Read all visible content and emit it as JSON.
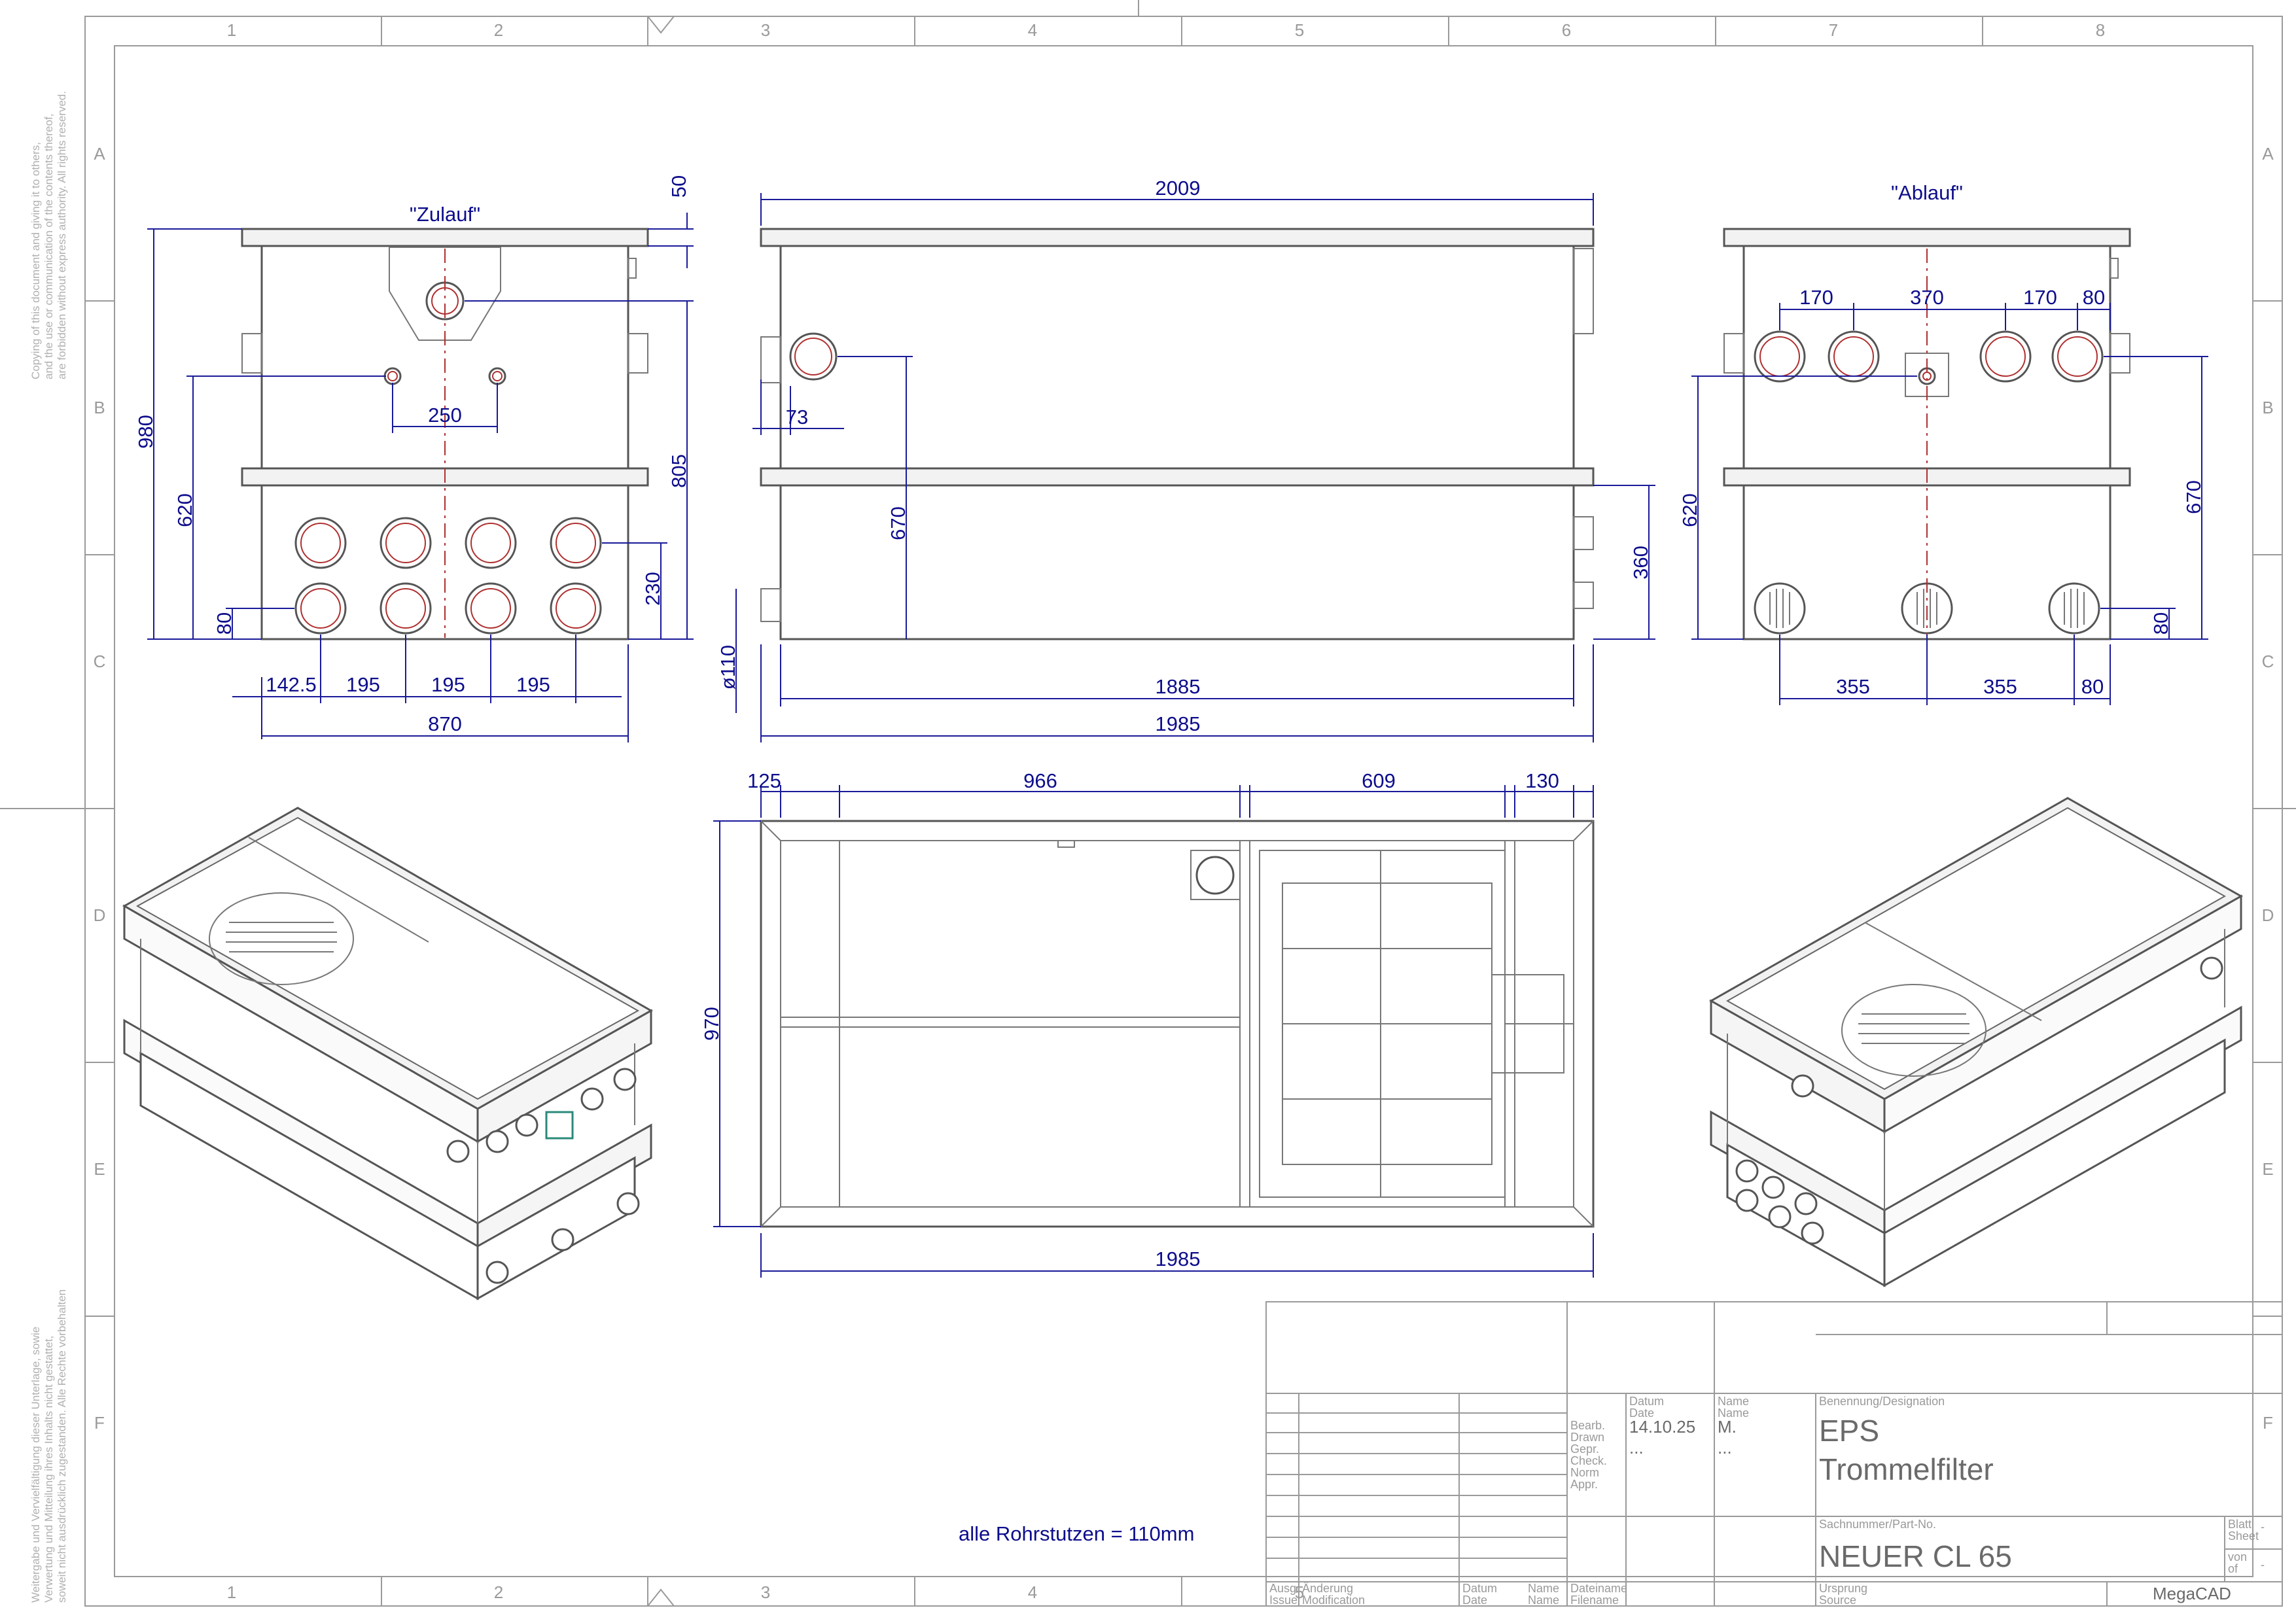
{
  "frame": {
    "columns": [
      "1",
      "2",
      "3",
      "4",
      "5",
      "6",
      "7",
      "8"
    ],
    "bottom_columns": [
      "1",
      "2",
      "3",
      "4",
      "5"
    ],
    "rows": [
      "A",
      "B",
      "C",
      "D",
      "E",
      "F"
    ]
  },
  "copyright": {
    "en": [
      "Copying of this document and giving it to others,",
      "and the use or communication of the contents thereof,",
      "are forbidden without express authority.  All rights reserved."
    ],
    "de": [
      "Weitergabe und Vervielfältigung dieser Unterlage, sowie",
      "Verwertung und Mitteilung ihres Inhalts nicht gestattet,",
      "soweit nicht ausdrücklich zugestanden. Alle Rechte vorbehalten"
    ]
  },
  "views": {
    "zulauf": {
      "title": "\"Zulauf\"",
      "dims": {
        "height_total": "980",
        "height_mid": "620",
        "height_bottom": "80",
        "top_lip": "50",
        "right_height": "805",
        "row_gap": "230",
        "spacing_center": "250",
        "left_offset": "142.5",
        "pitch1": "195",
        "pitch2": "195",
        "pitch3": "195",
        "width": "870"
      }
    },
    "side": {
      "dims": {
        "length_top": "2009",
        "pipe_offset": "73",
        "pipe_height": "670",
        "pipe_dia": "ø110",
        "right_height": "360",
        "inner_length": "1885",
        "length": "1985"
      }
    },
    "ablauf": {
      "title": "\"Ablauf\"",
      "dims": {
        "d1": "170",
        "d2": "370",
        "d3": "170",
        "d4": "80",
        "height_left": "620",
        "height_right": "670",
        "bottom_right": "80",
        "b1": "355",
        "b2": "355",
        "b3": "80"
      }
    },
    "plan": {
      "dims": {
        "p1": "125",
        "p2": "966",
        "p3": "609",
        "p4": "130",
        "depth": "970",
        "length": "1985"
      }
    }
  },
  "note": "alle Rohrstutzen =  110mm",
  "title_block": {
    "col_datum": "Datum",
    "col_date": "Date",
    "col_name": "Name",
    "col_name2": "Name",
    "row_bearb": "Bearb.",
    "row_drawn": "Drawn",
    "row_gepr": "Gepr.",
    "row_check": "Check.",
    "row_norm": "Norm",
    "row_appr": "Appr.",
    "date_value": "14.10.25",
    "name_value": "M.",
    "check_date": "...",
    "check_name": "...",
    "designation_label": "Benennung/Designation",
    "designation_line1": "EPS",
    "designation_line2": "Trommelfilter",
    "part_label": "Sachnummer/Part-No.",
    "part_value": "NEUER CL 65",
    "sheet_label1": "Blatt",
    "sheet_label2": "Sheet",
    "sheet_value": "-",
    "of_label1": "von",
    "of_label2": "of",
    "of_value": "-",
    "ausg": "Ausg.",
    "issue": "Issue",
    "aenderung": "Änderung",
    "modification": "Modification",
    "datum_b": "Datum",
    "date_b": "Date",
    "name_b": "Name",
    "name_b2": "Name",
    "dateiname": "Dateiname",
    "filename": "Filename",
    "ursprung": "Ursprung",
    "source": "Source",
    "software": "MegaCAD"
  }
}
